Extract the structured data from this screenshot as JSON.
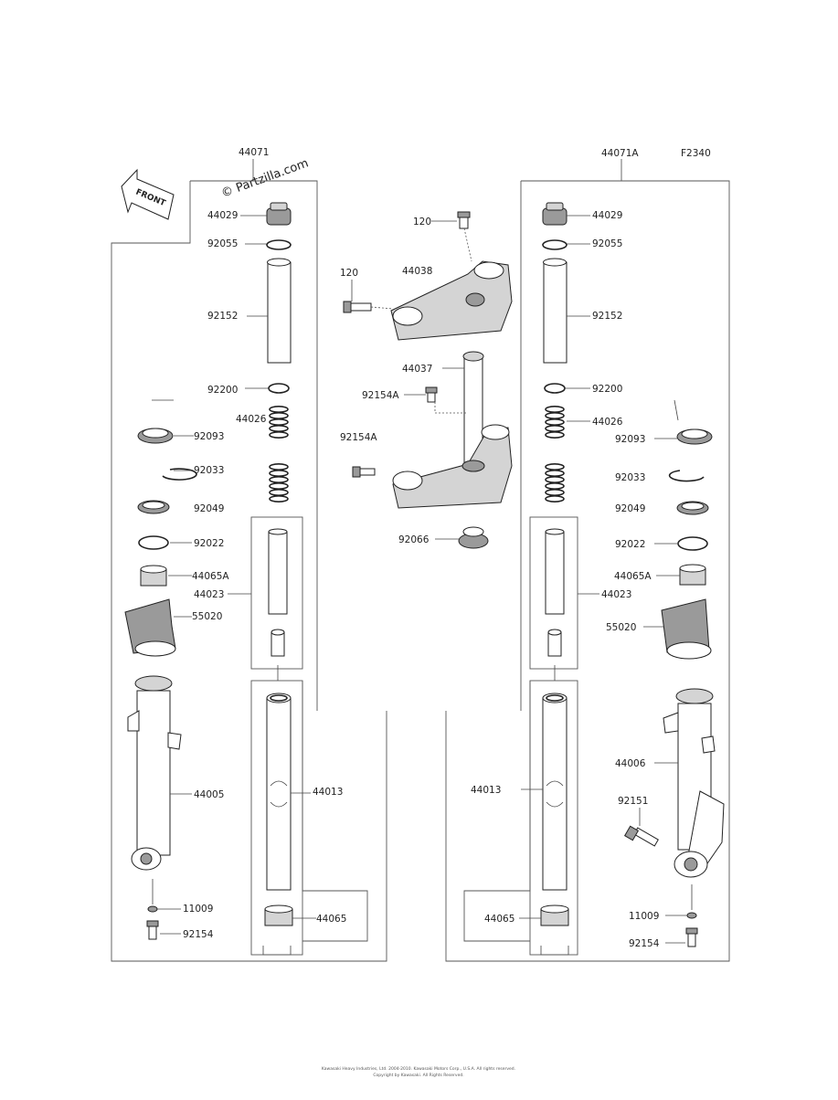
{
  "watermark": "© Partzilla.com",
  "figure_code": "F2340",
  "direction_tag": "FRONT",
  "assembly_labels": {
    "left_fork": "44071",
    "right_fork": "44071A"
  },
  "part_labels": {
    "left": {
      "cap_bolt": "44029",
      "o_ring": "92055",
      "spacer_pipe": "92152",
      "washer": "92200",
      "spring": "44026",
      "dust_seal": "92093",
      "snap_ring": "92033",
      "oil_seal": "92049",
      "washer_seal": "92022",
      "guide_bushing": "44065A",
      "cylinder_unit": "44023",
      "cover": "55020",
      "outer_tube": "44005",
      "inner_tube": "44013",
      "slide_bushing": "44065",
      "gasket": "11009",
      "drain_bolt": "92154"
    },
    "center": {
      "clamp_bolt_top": "120",
      "clamp_bolt_side": "120",
      "upper_bracket": "44038",
      "stem": "44037",
      "stem_bolt": "92154A",
      "stem_bolt_lower": "92154A",
      "stem_seal": "92066"
    },
    "right": {
      "cap_bolt": "44029",
      "o_ring": "92055",
      "spacer_pipe": "92152",
      "washer": "92200",
      "spring": "44026",
      "dust_seal": "92093",
      "snap_ring": "92033",
      "oil_seal": "92049",
      "washer_seal": "92022",
      "guide_bushing": "44065A",
      "cylinder_unit": "44023",
      "cover": "55020",
      "outer_tube": "44006",
      "caliper_bolt": "92151",
      "inner_tube": "44013",
      "slide_bushing": "44065",
      "gasket": "11009",
      "drain_bolt": "92154"
    }
  },
  "footer": {
    "line1": "Kawasaki Heavy Industries, Ltd. 2004-2010. Kawasaki Motors Corp., U.S.A. All rights reserved.",
    "line2": "Copyright by Kawasaki. All Rights Reserved."
  }
}
